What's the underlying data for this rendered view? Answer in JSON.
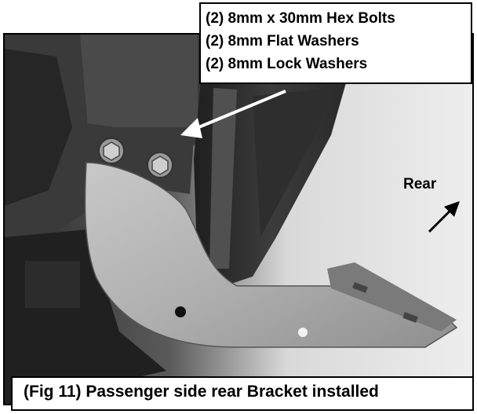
{
  "callout": {
    "lines": [
      "(2) 8mm x 30mm Hex Bolts",
      "(2) 8mm Flat Washers",
      "(2) 8mm Lock Washers"
    ]
  },
  "direction": {
    "label": "Rear"
  },
  "caption": {
    "text": "(Fig 11) Passenger side rear Bracket installed"
  }
}
